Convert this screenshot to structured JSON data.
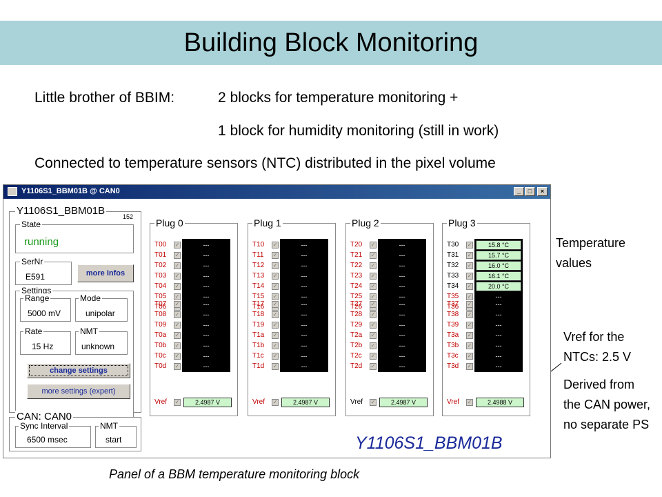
{
  "slide": {
    "title": "Building Block Monitoring",
    "line1_a": "Little brother of BBIM:",
    "line1_b": "2 blocks for temperature monitoring +",
    "line2": "1 block for humidity monitoring (still in work)",
    "line3": "Connected to temperature sensors (NTC)  distributed in the pixel volume",
    "note_temp": "Temperature values",
    "note_vref": "Vref for the NTCs: 2.5 V",
    "note_derived": "Derived from the CAN power, no separate PS",
    "caption": "Panel of a BBM temperature monitoring block"
  },
  "window": {
    "title": "Y1106S1_BBM01B @ CAN0",
    "minimize": "_",
    "maximize": "□",
    "close": "×",
    "panel_name": "Y1106S1_BBM01B",
    "panel_number": "152",
    "state_label": "State",
    "state_value": "running",
    "sernr_label": "SerNr",
    "sernr_value": "E591",
    "more_infos": "more Infos",
    "settings_label": "Settings",
    "range_label": "Range",
    "range_value": "5000 mV",
    "mode_label": "Mode",
    "mode_value": "unipolar",
    "rate_label": "Rate",
    "rate_value": "15 Hz",
    "nmt_label": "NMT",
    "nmt_value": "unknown",
    "change_settings": "change settings",
    "more_settings": "more settings (expert)",
    "can_label": "CAN: CAN0",
    "sync_label": "Sync Interval",
    "sync_value": "6500 msec",
    "can_nmt_label": "NMT",
    "can_nmt_value": "start",
    "big_label": "Y1106S1_BBM01B",
    "check_glyph": "✓",
    "plugs": [
      {
        "title": "Plug 0",
        "g1": [
          [
            "T00",
            "---"
          ],
          [
            "T01",
            "---"
          ],
          [
            "T02",
            "---"
          ],
          [
            "T03",
            "---"
          ],
          [
            "T04",
            "---"
          ],
          [
            "T05",
            "---"
          ],
          [
            "T06",
            "---"
          ]
        ],
        "g2": [
          [
            "T07",
            "---"
          ],
          [
            "T08",
            "---"
          ],
          [
            "T09",
            "---"
          ],
          [
            "T0a",
            "---"
          ],
          [
            "T0b",
            "---"
          ],
          [
            "T0c",
            "---"
          ],
          [
            "T0d",
            "---"
          ]
        ],
        "vref_label": "Vref",
        "vref_value": "2.4987 V"
      },
      {
        "title": "Plug 1",
        "g1": [
          [
            "T10",
            "---"
          ],
          [
            "T11",
            "---"
          ],
          [
            "T12",
            "---"
          ],
          [
            "T13",
            "---"
          ],
          [
            "T14",
            "---"
          ],
          [
            "T15",
            "---"
          ],
          [
            "T16",
            "---"
          ]
        ],
        "g2": [
          [
            "T17",
            "---"
          ],
          [
            "T18",
            "---"
          ],
          [
            "T19",
            "---"
          ],
          [
            "T1a",
            "---"
          ],
          [
            "T1b",
            "---"
          ],
          [
            "T1c",
            "---"
          ],
          [
            "T1d",
            "---"
          ]
        ],
        "vref_label": "Vref",
        "vref_value": "2.4987 V"
      },
      {
        "title": "Plug 2",
        "g1": [
          [
            "T20",
            "---"
          ],
          [
            "T21",
            "---"
          ],
          [
            "T22",
            "---"
          ],
          [
            "T23",
            "---"
          ],
          [
            "T24",
            "---"
          ],
          [
            "T25",
            "---"
          ],
          [
            "T26",
            "---"
          ]
        ],
        "g2": [
          [
            "T27",
            "---"
          ],
          [
            "T28",
            "---"
          ],
          [
            "T29",
            "---"
          ],
          [
            "T2a",
            "---"
          ],
          [
            "T2b",
            "---"
          ],
          [
            "T2c",
            "---"
          ],
          [
            "T2d",
            "---"
          ]
        ],
        "vref_label": "Vref",
        "vref_value": "2.4987 V"
      },
      {
        "title": "Plug 3",
        "g1": [
          [
            "T30",
            "15.8 °C"
          ],
          [
            "T31",
            "15.7 °C"
          ],
          [
            "T32",
            "16.0 °C"
          ],
          [
            "T33",
            "16.1 °C"
          ],
          [
            "T34",
            "20.0 °C"
          ],
          [
            "T35",
            "---"
          ],
          [
            "T36",
            "---"
          ]
        ],
        "g2": [
          [
            "T37",
            "---"
          ],
          [
            "T38",
            "---"
          ],
          [
            "T39",
            "---"
          ],
          [
            "T3a",
            "---"
          ],
          [
            "T3b",
            "---"
          ],
          [
            "T3c",
            "---"
          ],
          [
            "T3d",
            "---"
          ]
        ],
        "vref_label": "Vref",
        "vref_value": "2.4988 V"
      }
    ]
  }
}
